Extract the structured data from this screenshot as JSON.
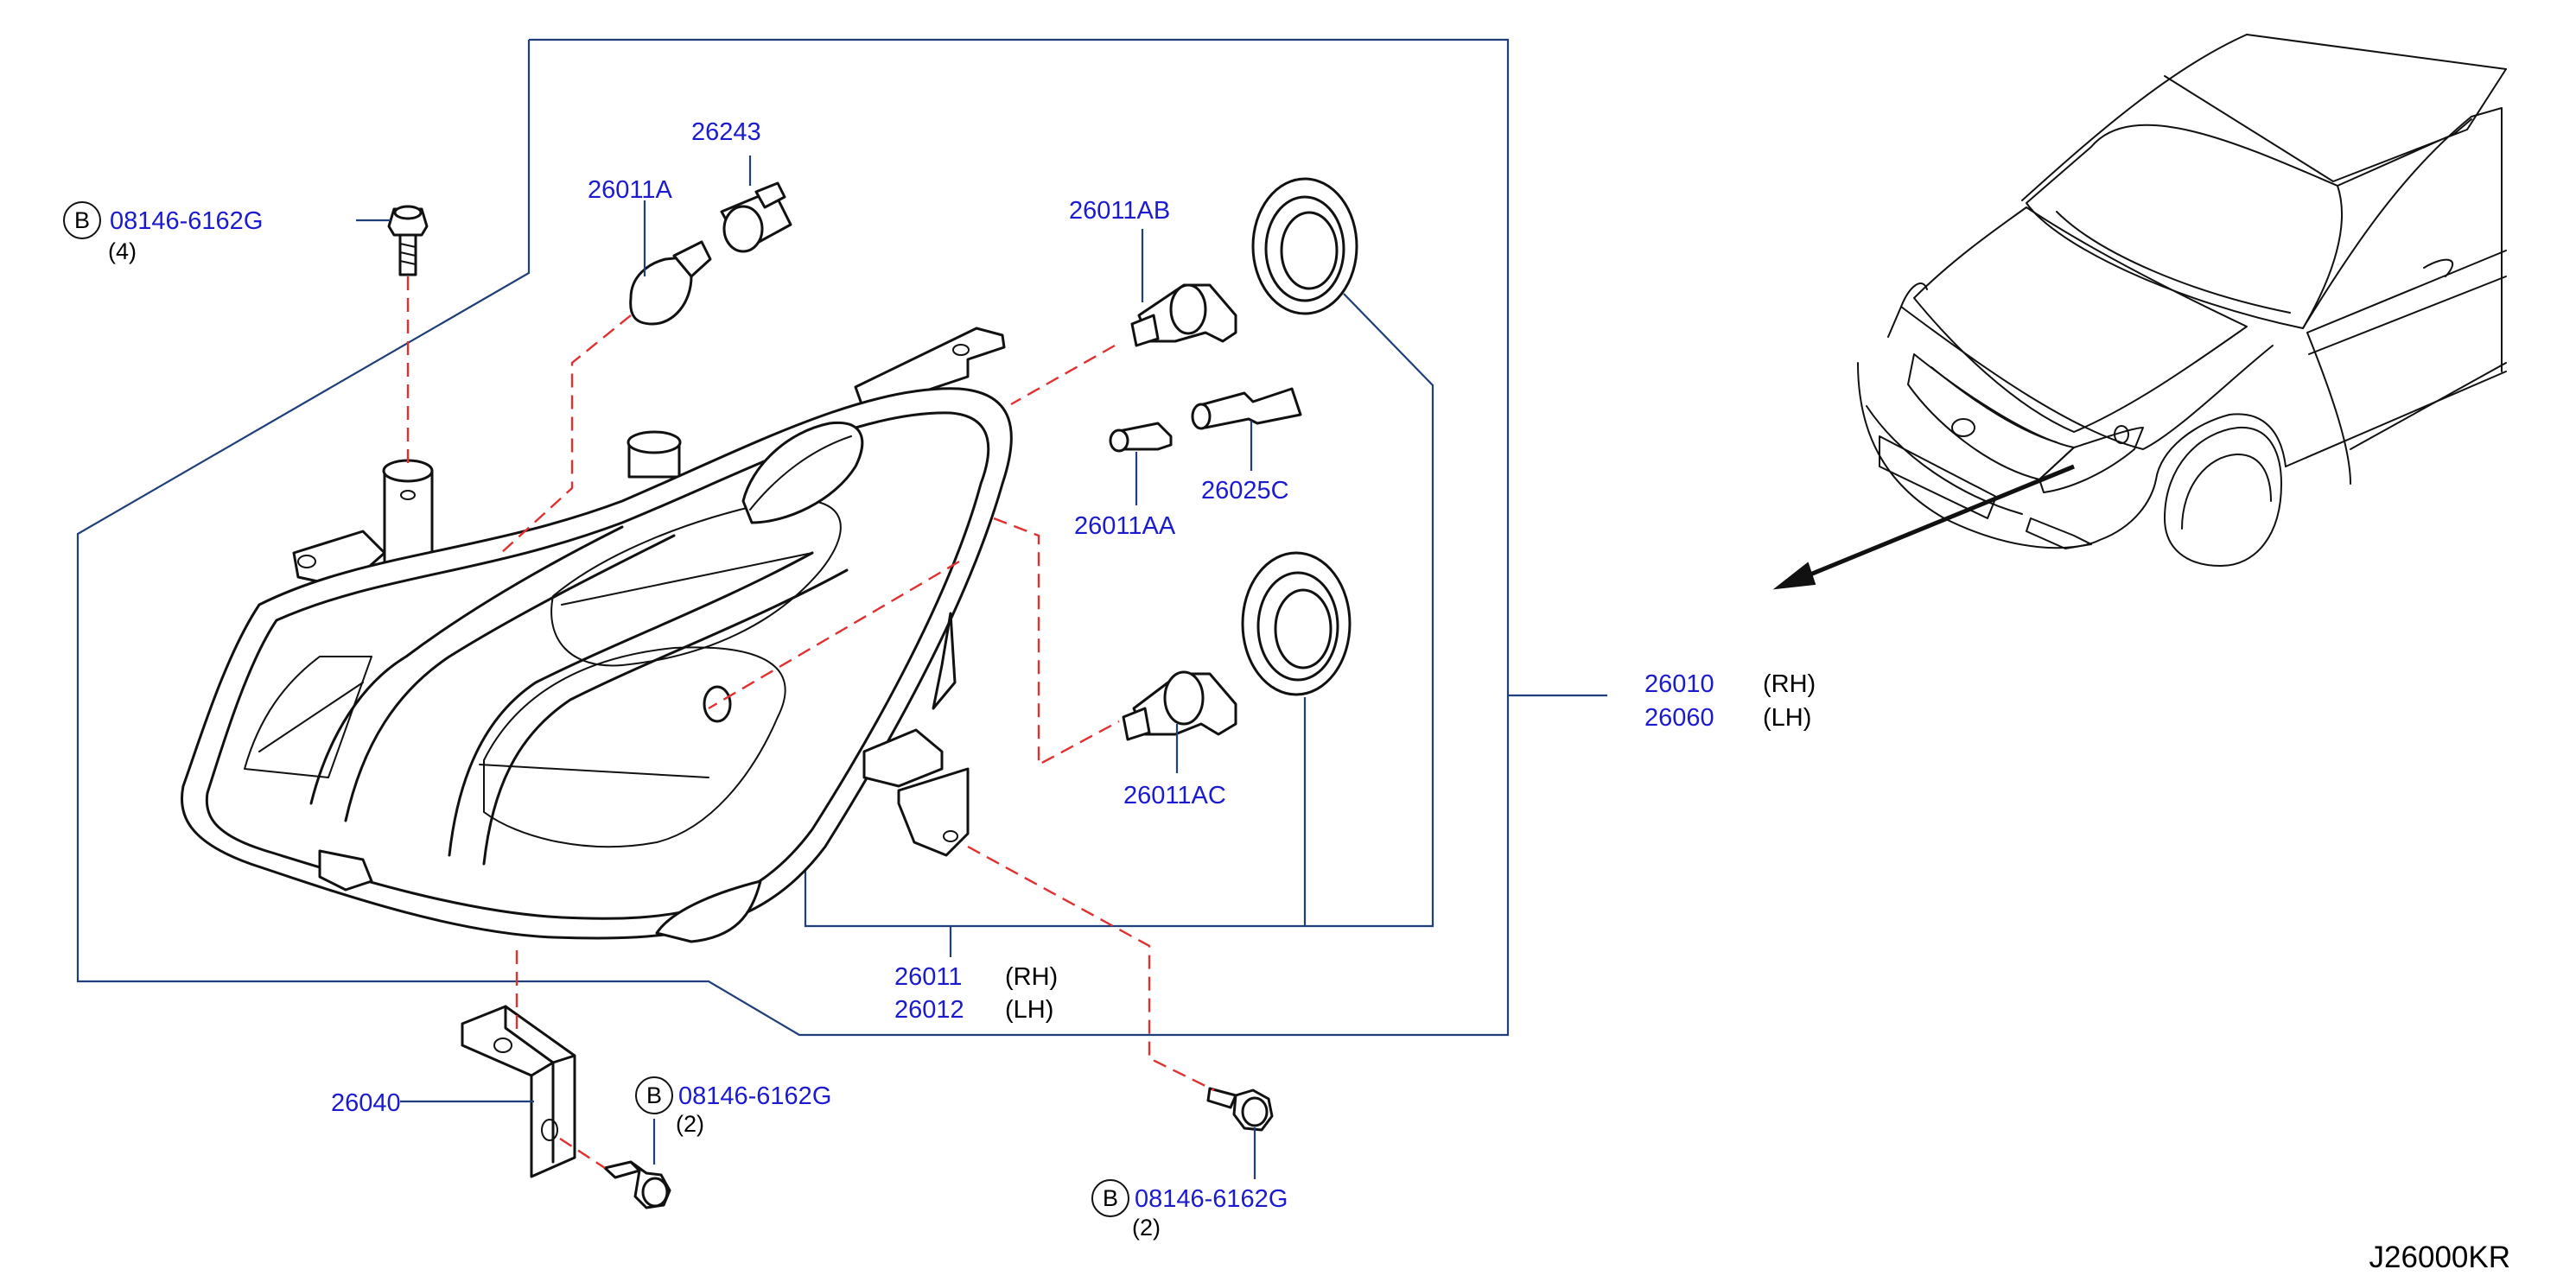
{
  "parts": {
    "bolt_top": {
      "callout": "B",
      "number": "08146-6162G",
      "qty": "(4)"
    },
    "bolt_mid": {
      "callout": "B",
      "number": "08146-6162G",
      "qty": "(2)"
    },
    "bolt_bottom": {
      "callout": "B",
      "number": "08146-6162G",
      "qty": "(2)"
    },
    "bulb_26243": "26243",
    "bulb_26011A": "26011A",
    "bulb_26011AB": "26011AB",
    "bulb_26011AA": "26011AA",
    "socket_26025C": "26025C",
    "bulb_26011AC": "26011AC",
    "bracket_26040": "26040",
    "assembly": {
      "rh_number": "26010",
      "rh_side": "(RH)",
      "lh_number": "26060",
      "lh_side": "(LH)"
    },
    "housing": {
      "rh_number": "26011",
      "rh_side": "(RH)",
      "lh_number": "26012",
      "lh_side": "(LH)"
    }
  },
  "diagram_code": "J26000KR",
  "colors": {
    "part_number": "#1a1ad0",
    "leader_line": "#1f3f7a",
    "phantom_line": "#e03030",
    "drawing": "#111111"
  }
}
